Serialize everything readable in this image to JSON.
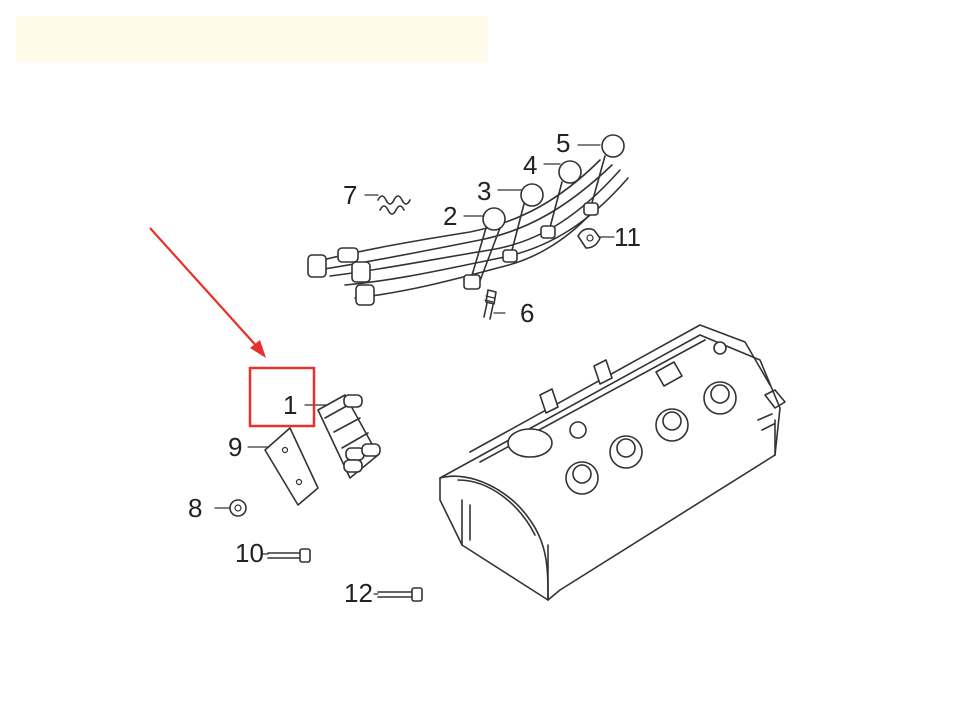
{
  "colors": {
    "banner": "#fffbea",
    "highlight": "#e8312a",
    "line": "#333333"
  },
  "highlighted_part": "1",
  "callouts": {
    "p1": "1",
    "p2": "2",
    "p3": "3",
    "p4": "4",
    "p5": "5",
    "p6": "6",
    "p7": "7",
    "p8": "8",
    "p9": "9",
    "p10": "10",
    "p11": "11",
    "p12": "12"
  }
}
